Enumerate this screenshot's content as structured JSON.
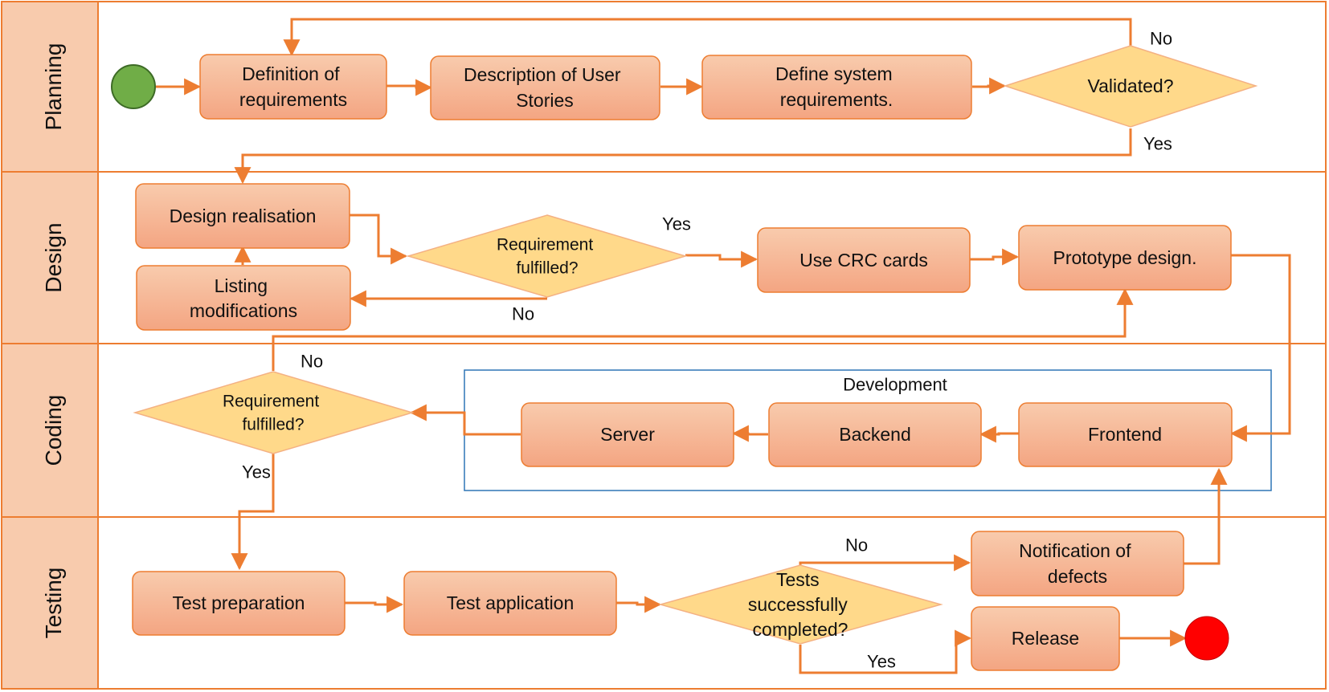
{
  "colors": {
    "lane_header": "#f8cbad",
    "lane_border": "#ed7d31",
    "process_top": "#f8cbad",
    "process_bottom": "#f4a582",
    "process_stroke": "#ed7d31",
    "decision_fill": "#ffd98a",
    "decision_stroke": "#f4b183",
    "connector": "#ed7d31",
    "group_border": "#2e75b6",
    "start_fill": "#70ad47",
    "end_fill": "#ff0000"
  },
  "lanes": [
    {
      "id": "planning",
      "label": "Planning"
    },
    {
      "id": "design",
      "label": "Design"
    },
    {
      "id": "coding",
      "label": "Coding"
    },
    {
      "id": "testing",
      "label": "Testing"
    }
  ],
  "nodes": {
    "definition": {
      "lines": [
        "Definition of",
        "requirements"
      ]
    },
    "user_stories": {
      "lines": [
        "Description of User",
        "Stories"
      ]
    },
    "system_req": {
      "lines": [
        "Define system",
        "requirements."
      ]
    },
    "validated": {
      "lines": [
        "Validated?"
      ]
    },
    "design_realisation": {
      "lines": [
        "Design realisation"
      ]
    },
    "req_fulfilled_design": {
      "lines": [
        "Requirement",
        "fulfilled?"
      ]
    },
    "listing_mod": {
      "lines": [
        "Listing",
        "modifications"
      ]
    },
    "crc": {
      "lines": [
        "Use CRC cards"
      ]
    },
    "prototype": {
      "lines": [
        "Prototype design."
      ]
    },
    "req_fulfilled_coding": {
      "lines": [
        "Requirement",
        "fulfilled?"
      ]
    },
    "server": {
      "lines": [
        "Server"
      ]
    },
    "backend": {
      "lines": [
        "Backend"
      ]
    },
    "frontend": {
      "lines": [
        "Frontend"
      ]
    },
    "test_prep": {
      "lines": [
        "Test preparation"
      ]
    },
    "test_app": {
      "lines": [
        "Test application"
      ]
    },
    "tests_ok": {
      "lines": [
        "Tests",
        "successfully",
        "completed?"
      ]
    },
    "notification": {
      "lines": [
        "Notification of",
        "defects"
      ]
    },
    "release": {
      "lines": [
        "Release"
      ]
    }
  },
  "group": {
    "label": "Development"
  },
  "edge_labels": {
    "validated_no": "No",
    "validated_yes": "Yes",
    "design_yes": "Yes",
    "design_no": "No",
    "coding_no": "No",
    "coding_yes": "Yes",
    "tests_no": "No",
    "tests_yes": "Yes"
  }
}
